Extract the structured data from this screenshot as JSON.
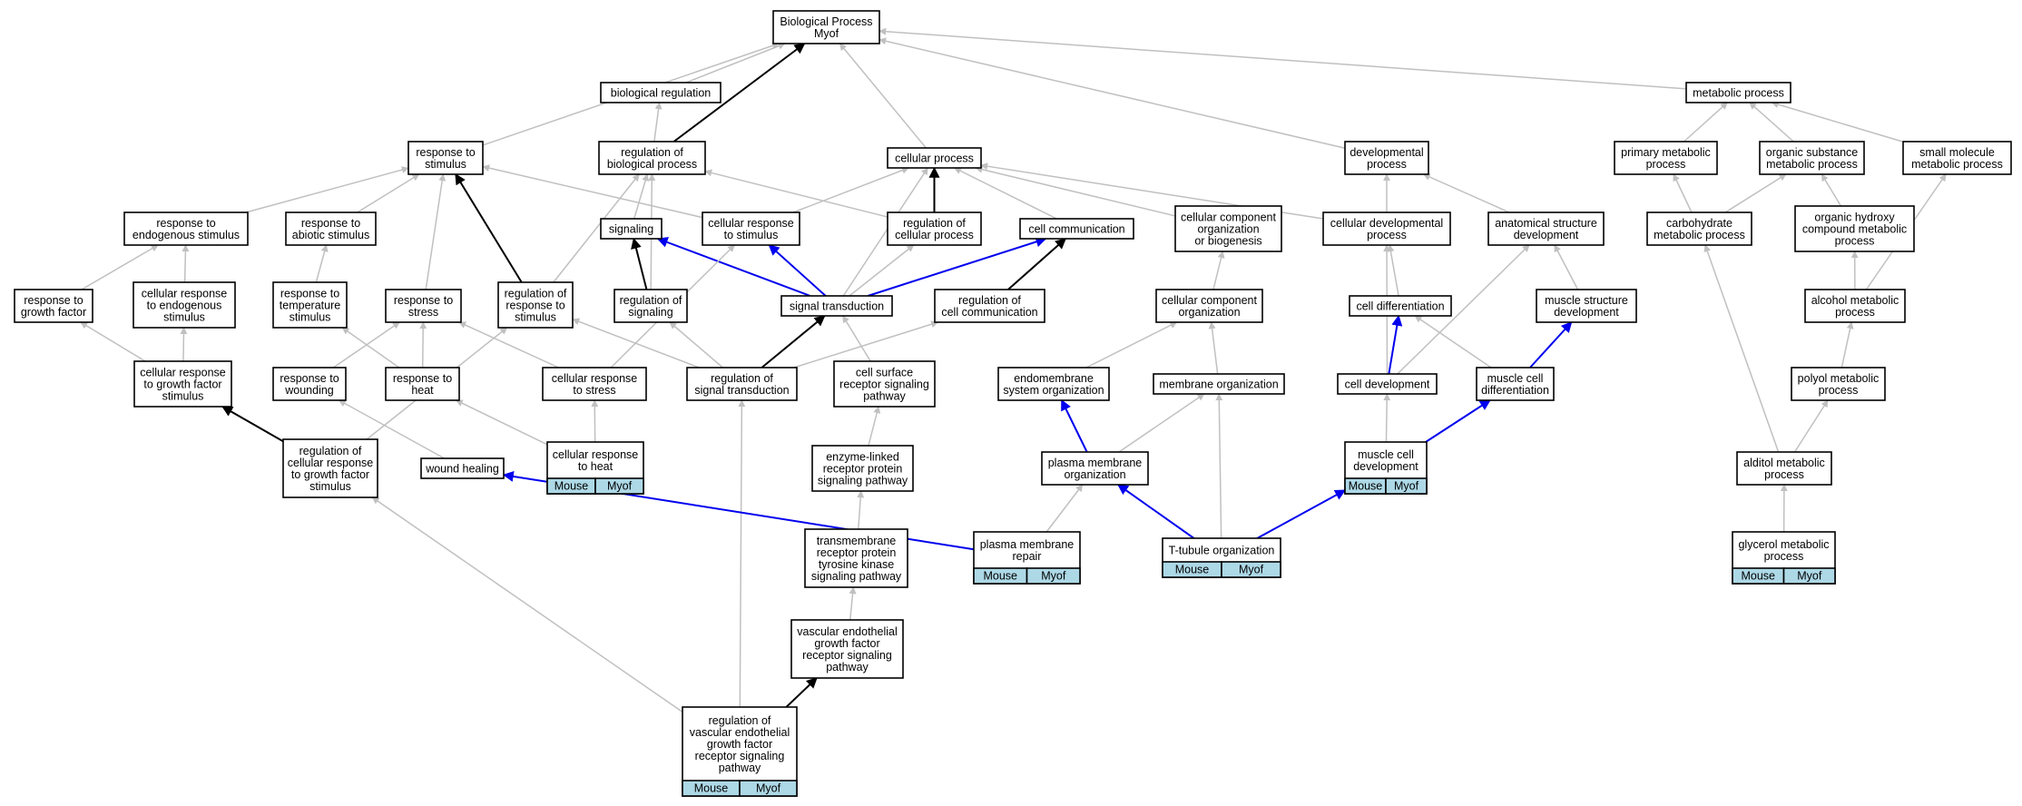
{
  "nodes": {
    "root": [
      "Biological Process",
      "Myof"
    ],
    "biological_regulation": [
      "biological regulation"
    ],
    "metabolic_process": [
      "metabolic process"
    ],
    "response_to_stimulus": [
      "response to",
      "stimulus"
    ],
    "regulation_of_biological_process": [
      "regulation of",
      "biological process"
    ],
    "cellular_process": [
      "cellular process"
    ],
    "developmental_process": [
      "developmental",
      "process"
    ],
    "primary_metabolic_process": [
      "primary metabolic",
      "process"
    ],
    "organic_substance_metabolic_process": [
      "organic substance",
      "metabolic process"
    ],
    "small_molecule_metabolic_process": [
      "small molecule",
      "metabolic process"
    ],
    "response_to_endogenous_stimulus": [
      "response to",
      "endogenous stimulus"
    ],
    "response_to_abiotic_stimulus": [
      "response to",
      "abiotic stimulus"
    ],
    "signaling": [
      "signaling"
    ],
    "cellular_response_to_stimulus": [
      "cellular response",
      "to stimulus"
    ],
    "regulation_of_cellular_process": [
      "regulation of",
      "cellular process"
    ],
    "cell_communication": [
      "cell communication"
    ],
    "cellular_component_organization_or_biogenesis": [
      "cellular component",
      "organization",
      "or biogenesis"
    ],
    "cellular_developmental_process": [
      "cellular developmental",
      "process"
    ],
    "anatomical_structure_development": [
      "anatomical structure",
      "development"
    ],
    "carbohydrate_metabolic_process": [
      "carbohydrate",
      "metabolic process"
    ],
    "organic_hydroxy_compound_metabolic_process": [
      "organic hydroxy",
      "compound metabolic",
      "process"
    ],
    "response_to_growth_factor": [
      "response to",
      "growth factor"
    ],
    "cellular_response_to_endogenous_stimulus": [
      "cellular response",
      "to endogenous",
      "stimulus"
    ],
    "response_to_temperature_stimulus": [
      "response to",
      "temperature",
      "stimulus"
    ],
    "response_to_stress": [
      "response to",
      "stress"
    ],
    "regulation_of_response_to_stimulus": [
      "regulation of",
      "response to",
      "stimulus"
    ],
    "regulation_of_signaling": [
      "regulation of",
      "signaling"
    ],
    "signal_transduction": [
      "signal transduction"
    ],
    "regulation_of_cell_communication": [
      "regulation of",
      "cell communication"
    ],
    "cellular_component_organization": [
      "cellular component",
      "organization"
    ],
    "cell_differentiation": [
      "cell differentiation"
    ],
    "muscle_structure_development": [
      "muscle structure",
      "development"
    ],
    "alcohol_metabolic_process": [
      "alcohol metabolic",
      "process"
    ],
    "cellular_response_to_growth_factor_stimulus": [
      "cellular response",
      "to growth factor",
      "stimulus"
    ],
    "response_to_wounding": [
      "response to",
      "wounding"
    ],
    "response_to_heat": [
      "response to",
      "heat"
    ],
    "cellular_response_to_stress": [
      "cellular response",
      "to stress"
    ],
    "regulation_of_signal_transduction": [
      "regulation of",
      "signal transduction"
    ],
    "cell_surface_receptor_signaling_pathway": [
      "cell surface",
      "receptor signaling",
      "pathway"
    ],
    "endomembrane_system_organization": [
      "endomembrane",
      "system organization"
    ],
    "membrane_organization": [
      "membrane organization"
    ],
    "cell_development": [
      "cell development"
    ],
    "muscle_cell_differentiation": [
      "muscle cell",
      "differentiation"
    ],
    "polyol_metabolic_process": [
      "polyol metabolic",
      "process"
    ],
    "regulation_of_cellular_response_to_growth_factor_stimulus": [
      "regulation of",
      "cellular response",
      "to growth factor",
      "stimulus"
    ],
    "wound_healing": [
      "wound healing"
    ],
    "cellular_response_to_heat": [
      "cellular response",
      "to heat"
    ],
    "enzyme_linked_receptor_protein_signaling_pathway": [
      "enzyme-linked",
      "receptor protein",
      "signaling pathway"
    ],
    "plasma_membrane_organization": [
      "plasma membrane",
      "organization"
    ],
    "muscle_cell_development": [
      "muscle cell",
      "development"
    ],
    "alditol_metabolic_process": [
      "alditol metabolic",
      "process"
    ],
    "transmembrane_receptor_protein_tyrosine_kinase_signaling_pathway": [
      "transmembrane",
      "receptor protein",
      "tyrosine kinase",
      "signaling pathway"
    ],
    "plasma_membrane_repair": [
      "plasma membrane",
      "repair"
    ],
    "t_tubule_organization": [
      "T-tubule organization"
    ],
    "glycerol_metabolic_process": [
      "glycerol metabolic",
      "process"
    ],
    "vascular_endothelial_growth_factor_receptor_signaling_pathway": [
      "vascular endothelial",
      "growth factor",
      "receptor signaling",
      "pathway"
    ],
    "regulation_of_vascular_endothelial_growth_factor_receptor_signaling_pathway": [
      "regulation of",
      "vascular endothelial",
      "growth factor",
      "receptor signaling",
      "pathway"
    ]
  },
  "annotation_tags": {
    "species": "Mouse",
    "gene": "Myof"
  },
  "colors": {
    "is_a_edge": "#c0c0c0",
    "regulates_edge": "#000000",
    "part_of_edge": "#0000ee",
    "annotation_fill": "#add8e6"
  }
}
